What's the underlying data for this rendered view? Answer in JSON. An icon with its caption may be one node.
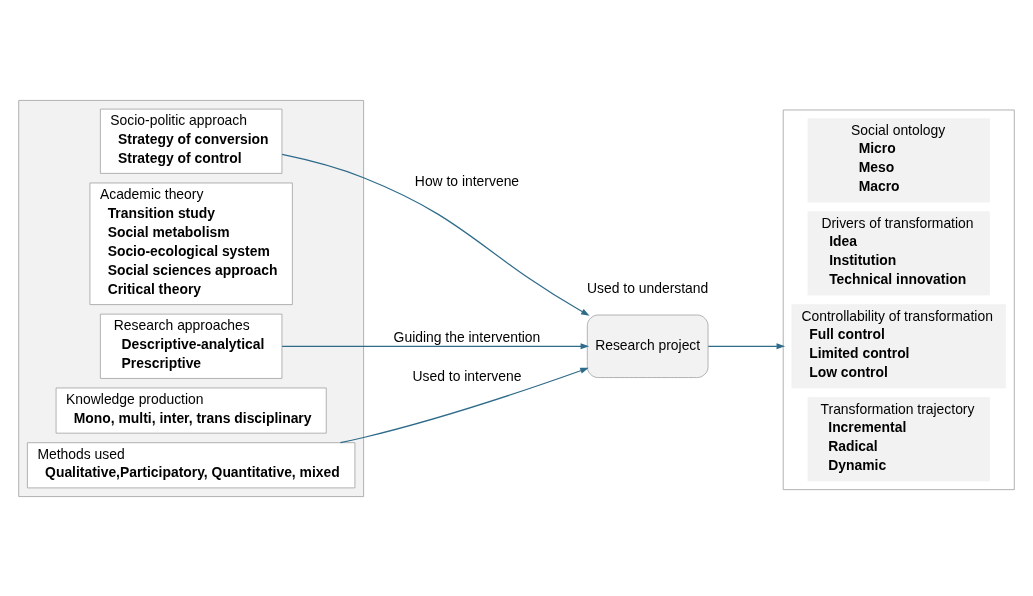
{
  "diagram": {
    "nodes": [
      {
        "text": [],
        "shape": "box"
      },
      {
        "text": [
          "Socio-politic approach",
          "Strategy of conversion",
          "Strategy of control"
        ],
        "in": 0
      },
      {
        "text": [
          "Academic theory",
          "Transition study",
          "Social metabolism",
          "Socio-ecological system",
          "Social sciences approach",
          "Critical theory"
        ],
        "in": 0
      },
      {
        "text": [
          "Research approaches",
          "Descriptive-analytical",
          "Prescriptive"
        ],
        "in": 0
      },
      {
        "text": [
          "Knowledge production",
          "Mono, multi, inter, trans disciplinary"
        ],
        "in": 0
      },
      {
        "text": [
          "Methods used",
          "Qualitative,Participatory, Quantitative, mixed"
        ],
        "in": 0
      },
      {
        "text": [
          "Research project"
        ]
      },
      {
        "text": [],
        "shape": "box"
      },
      {
        "text": [
          "Social ontology",
          "Micro",
          "Meso",
          "Macro"
        ],
        "in": 7
      },
      {
        "text": [
          "Drivers of transformation",
          "Idea",
          "Institution",
          "Technical innovation"
        ],
        "in": 7
      },
      {
        "text": [
          "Controllability of transformation",
          "Full control",
          "Limited control",
          "Low control"
        ],
        "in": 7
      },
      {
        "text": [
          "Transformation trajectory",
          "Incremental",
          "Radical",
          "Dynamic"
        ],
        "in": 7
      }
    ],
    "edges": [
      {
        "from": 1,
        "to": 6,
        "arrow": "to",
        "label": "How to intervene"
      },
      {
        "from": 3,
        "to": 6,
        "arrow": "to",
        "label": "Guiding the intervention"
      },
      {
        "from": 5,
        "to": 6,
        "arrow": "to",
        "label": "Used to intervene"
      },
      {
        "from": 6,
        "to": 7,
        "arrow": "to"
      }
    ],
    "labels": [
      "Used to understand"
    ]
  }
}
